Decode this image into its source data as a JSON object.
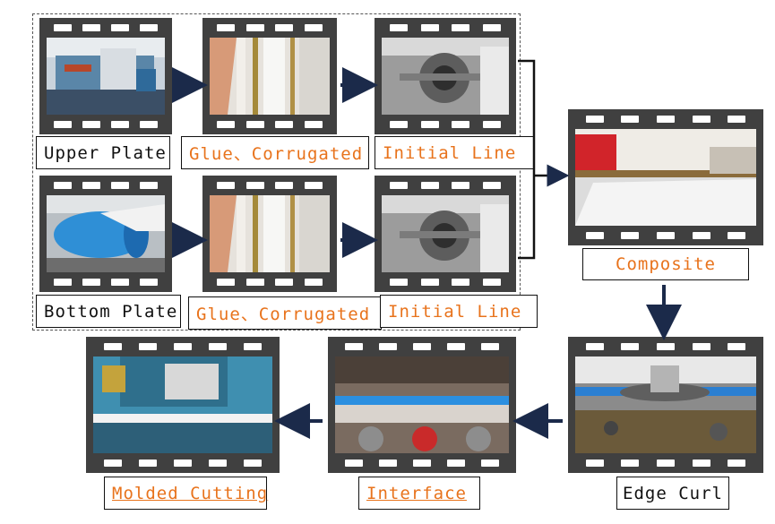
{
  "steps": {
    "upper_plate": "Upper Plate",
    "glue_top": "Glue、Corrugated",
    "initial_top": "Initial Line",
    "bottom_plate": "Bottom Plate",
    "glue_bottom": "Glue、Corrugated",
    "initial_bottom": "Initial Line",
    "composite": "Composite",
    "edge_curl": "Edge Curl",
    "interface": "Interface",
    "molded_cutting": "Molded Cutting"
  },
  "colors": {
    "label_orange": "#e8731c",
    "film_frame": "#404040",
    "arrow": "#1b2a4a"
  }
}
